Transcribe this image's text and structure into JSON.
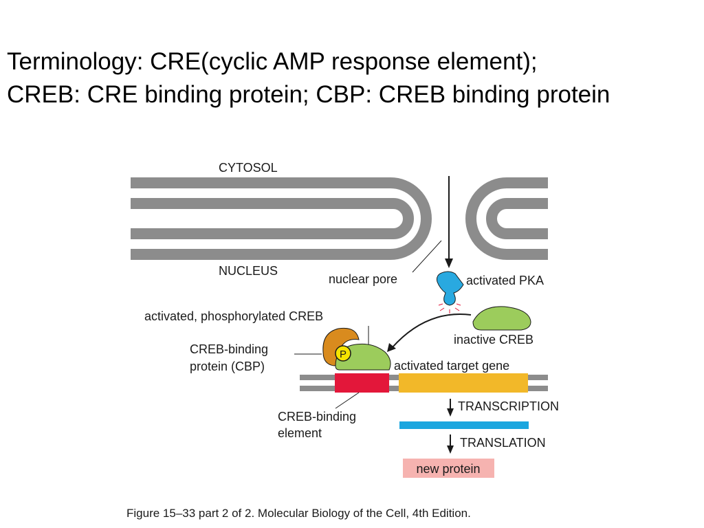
{
  "heading": {
    "line1": "Terminology: CRE(cyclic AMP response element);",
    "line2": "CREB: CRE binding protein; CBP: CREB binding protein"
  },
  "figure": {
    "labels": {
      "cytosol": "CYTOSOL",
      "nucleus": "NUCLEUS",
      "nuclear_pore": "nuclear pore",
      "activated_pka": "activated PKA",
      "activated_phosphorylated_creb": "activated, phosphorylated CREB",
      "inactive_creb": "inactive CREB",
      "cbp_line1": "CREB-binding",
      "cbp_line2": "protein (CBP)",
      "phosphate": "P",
      "activated_target_gene": "activated target gene",
      "transcription": "TRANSCRIPTION",
      "cre_line1": "CREB-binding",
      "cre_line2": "element",
      "translation": "TRANSLATION",
      "new_protein": "new protein"
    },
    "caption": "Figure 15–33 part 2 of 2. Molecular Biology of the Cell, 4th Edition.",
    "colors": {
      "membrane": "#8c8c8c",
      "pka": "#29a9e0",
      "creb": "#9ccc5c",
      "cbp": "#d98b1e",
      "phosphate": "#f5e400",
      "creb_binding_element": "#e3173a",
      "target_gene": "#f2b829",
      "mrna": "#1aa6df",
      "new_protein_box": "#f6b3b0"
    }
  }
}
